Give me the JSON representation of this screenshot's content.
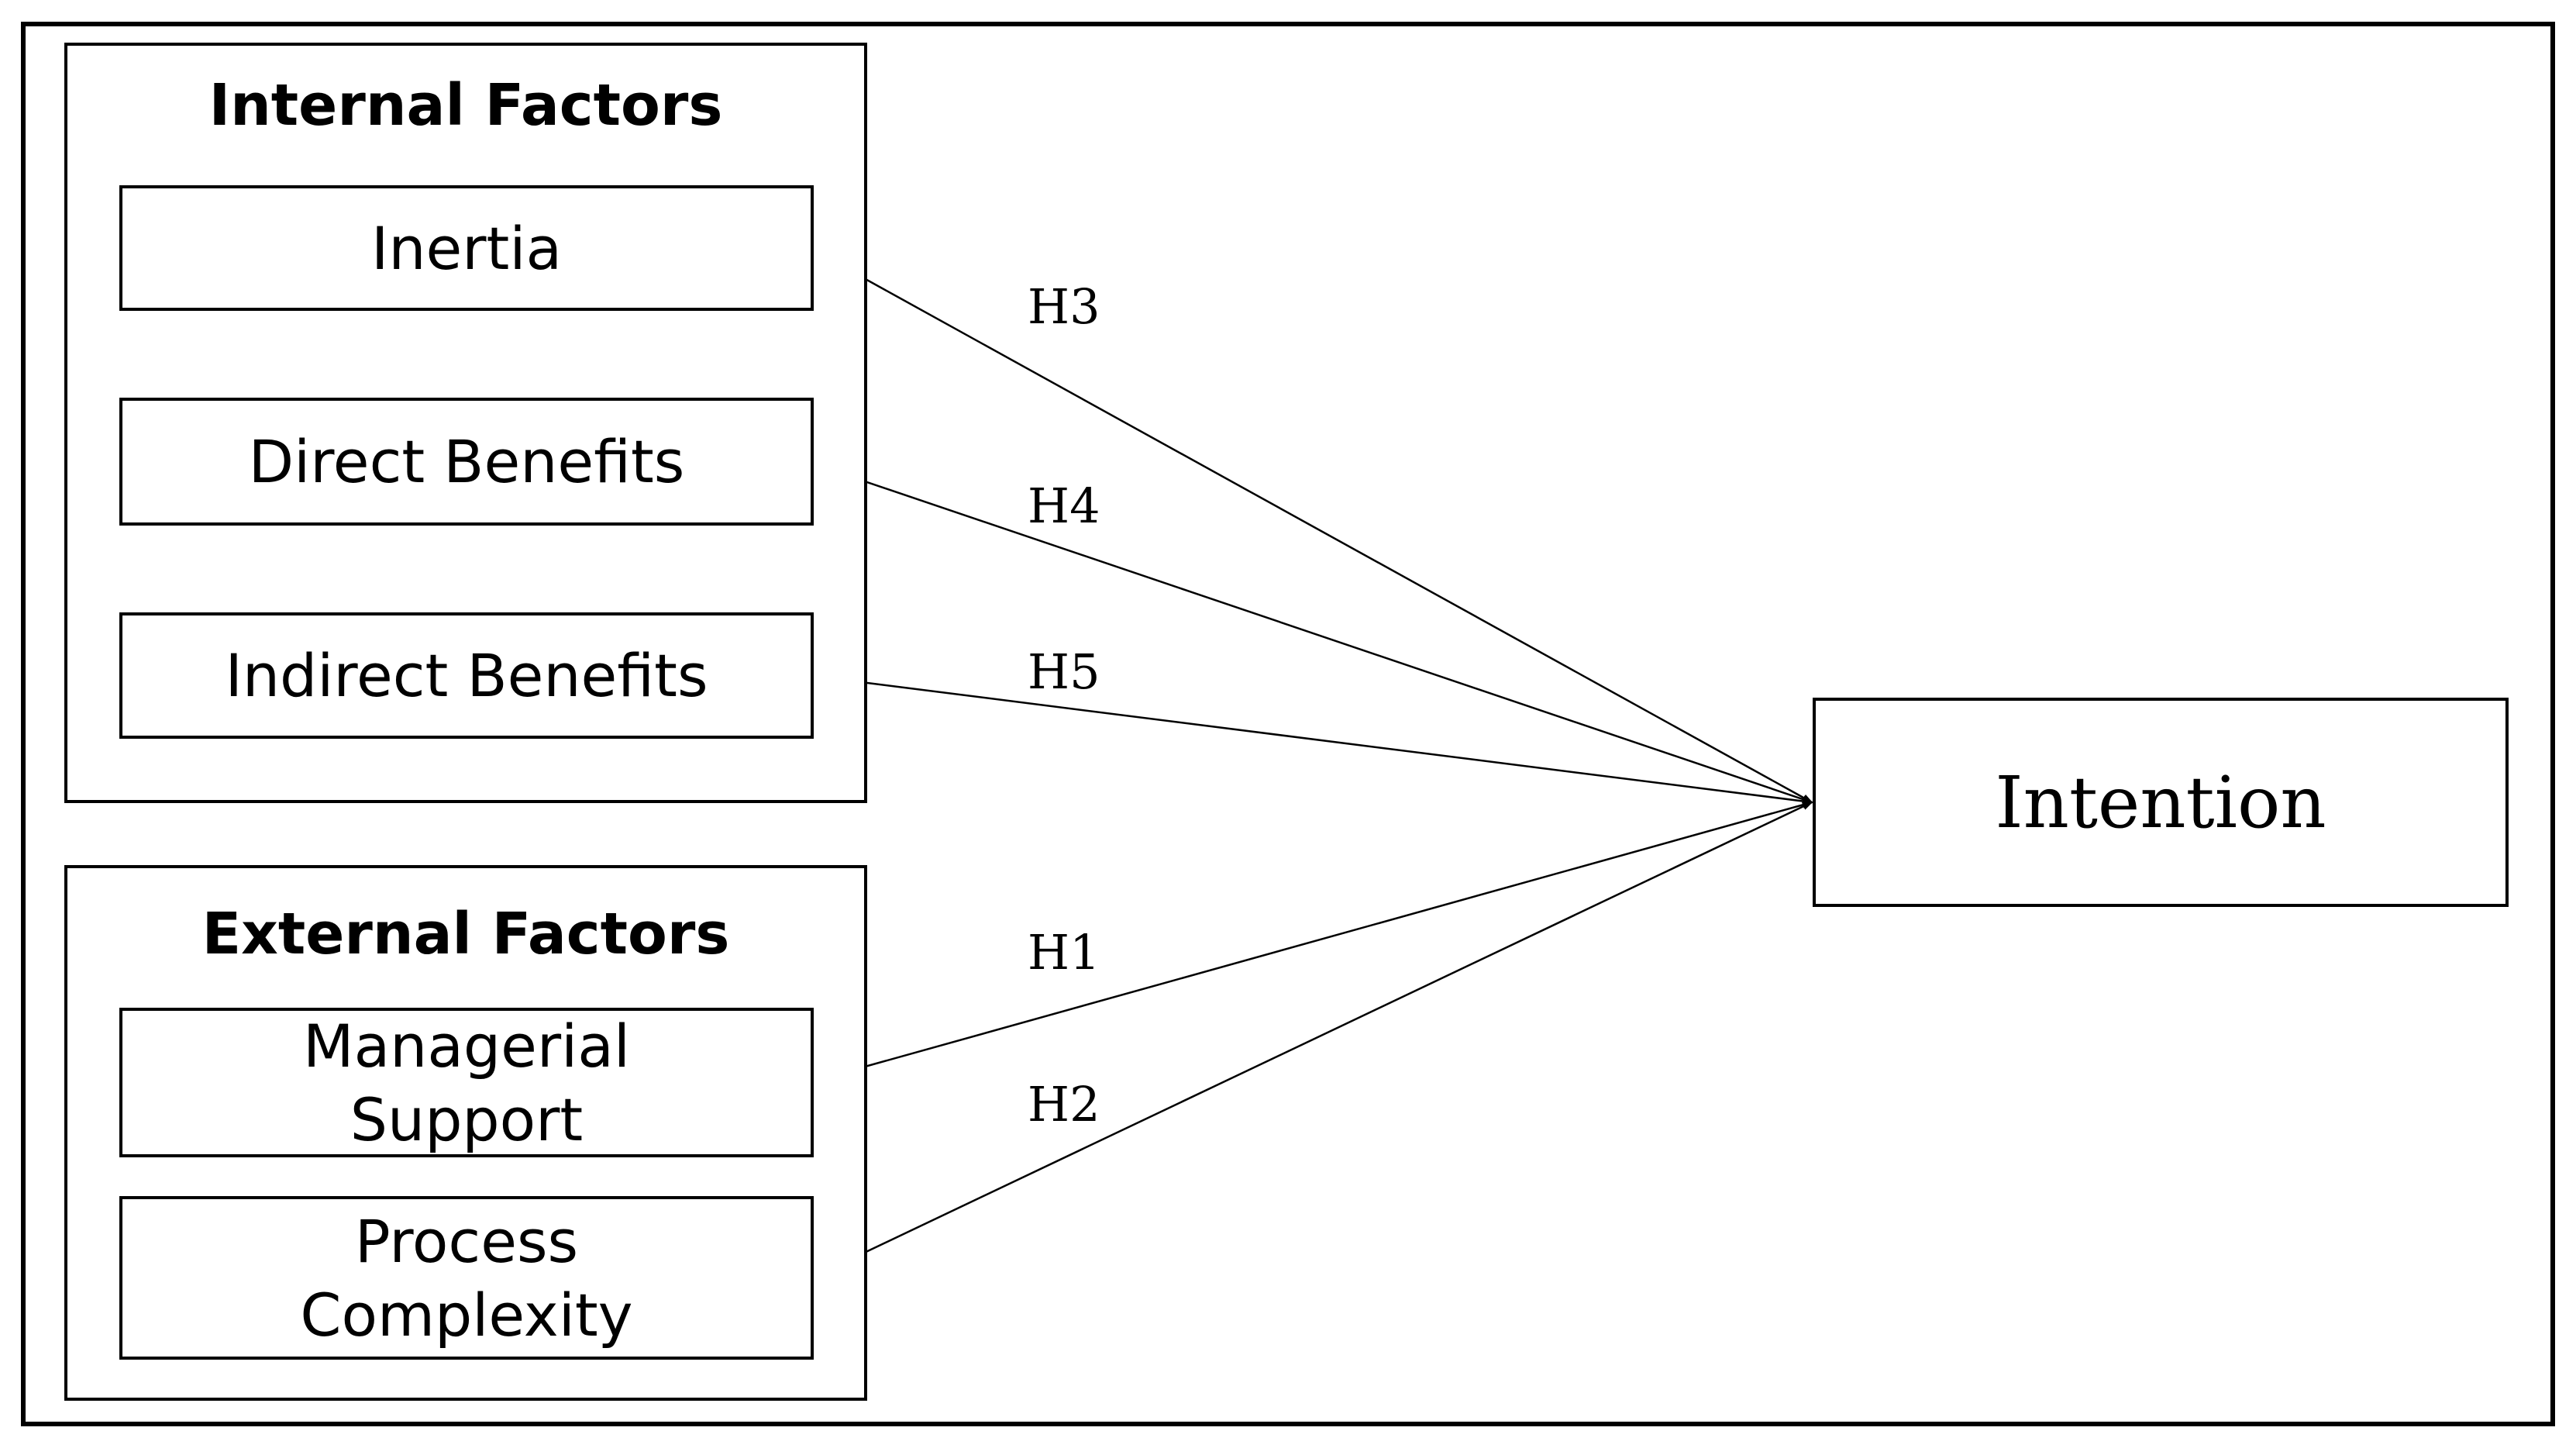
{
  "internal_group": {
    "title": "Internal Factors",
    "items": [
      "Inertia",
      "Direct Benefits",
      "Indirect Benefits"
    ]
  },
  "external_group": {
    "title": "External Factors",
    "items": [
      "Managerial\nSupport",
      "Process\nComplexity"
    ]
  },
  "target": "Intention",
  "hypotheses": {
    "inertia": "H3",
    "direct_benefits": "H4",
    "indirect_benefits": "H5",
    "managerial_support": "H1",
    "process_complexity": "H2"
  }
}
